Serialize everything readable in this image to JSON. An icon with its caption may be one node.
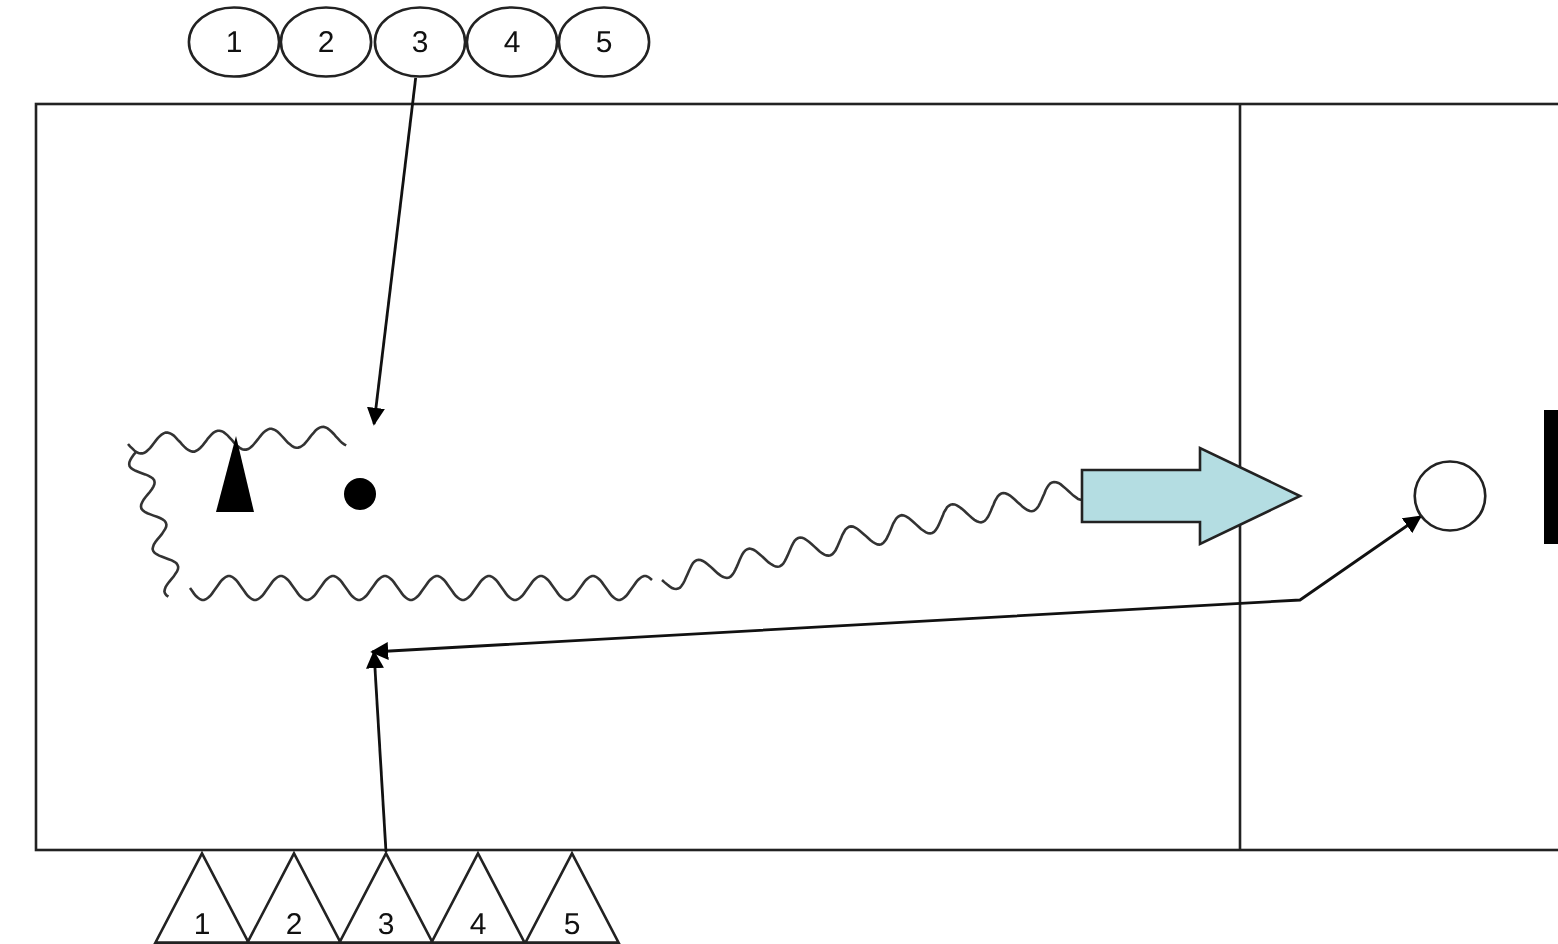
{
  "diagram": {
    "nodes": [
      {
        "text": [
          "1"
        ]
      },
      {
        "text": [
          "2"
        ]
      },
      {
        "text": [
          "3"
        ]
      },
      {
        "text": [
          "4"
        ]
      },
      {
        "text": [
          "5"
        ]
      },
      {
        "text": [
          "1"
        ]
      },
      {
        "text": [
          "2"
        ]
      },
      {
        "text": [
          "3"
        ]
      },
      {
        "text": [
          "4"
        ]
      },
      {
        "text": [
          "5"
        ]
      },
      {
        "text": [],
        "shape": "circle"
      }
    ],
    "edges": [
      {
        "from": 2,
        "to": null,
        "arrow": "to"
      },
      {
        "from": 7,
        "to": null,
        "arrow": "to"
      },
      {
        "from": null,
        "to": 10,
        "arrow": "both"
      }
    ]
  }
}
